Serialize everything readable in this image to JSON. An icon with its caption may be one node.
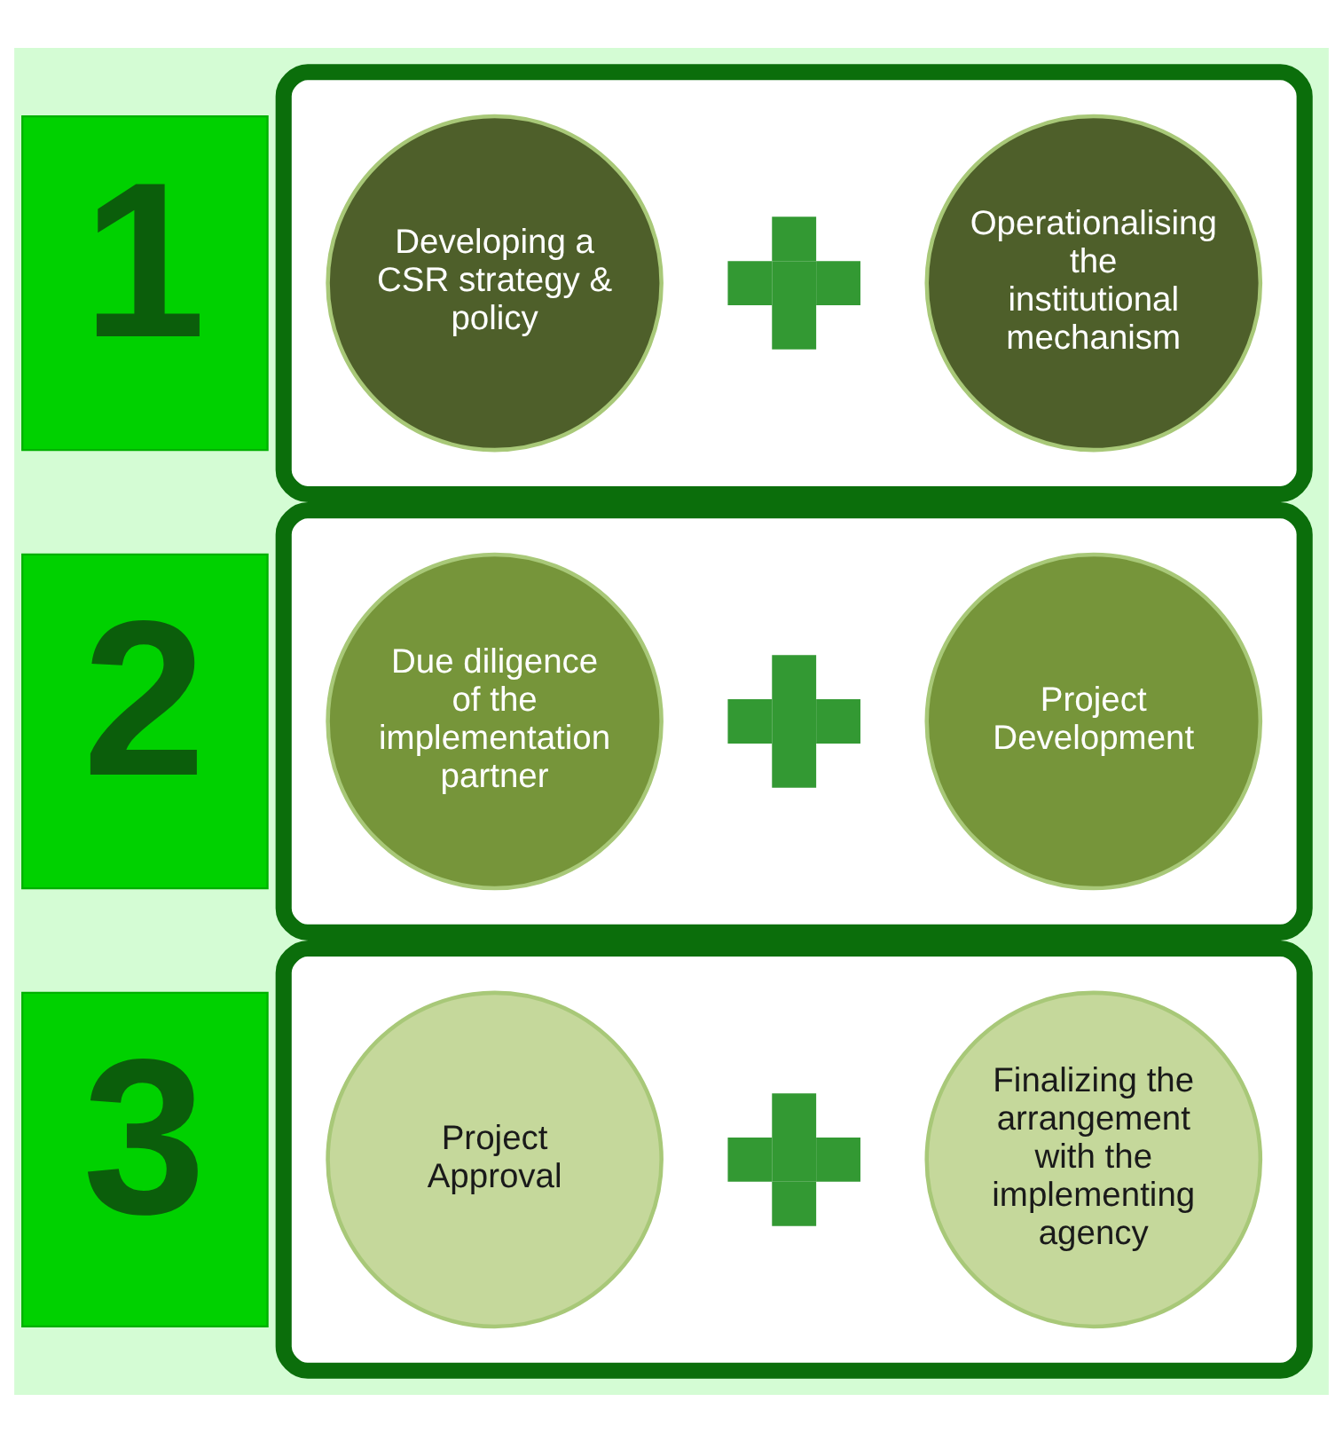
{
  "diagram": {
    "nodes": [
      {
        "text": [
          "1"
        ]
      },
      {
        "text": [],
        "shape": "box"
      },
      {
        "text": [
          "Developing a CSR strategy & policy"
        ],
        "in": 1
      },
      {
        "text": [],
        "shape": "plus",
        "in": 1
      },
      {
        "text": [
          "Operationalising the institutional mechanism"
        ],
        "in": 1
      },
      {
        "text": [
          "2"
        ]
      },
      {
        "text": [],
        "shape": "box"
      },
      {
        "text": [
          "Due diligence of the implementation partner"
        ],
        "in": 6
      },
      {
        "text": [],
        "shape": "plus",
        "in": 6
      },
      {
        "text": [
          "Project Development"
        ],
        "in": 6
      },
      {
        "text": [
          "3"
        ]
      },
      {
        "text": [],
        "shape": "box"
      },
      {
        "text": [
          "Project Approval"
        ],
        "in": 11
      },
      {
        "text": [],
        "shape": "plus",
        "in": 11
      },
      {
        "text": [
          "Finalizing the arrangement with the implementing agency"
        ],
        "in": 11
      }
    ],
    "edges": []
  }
}
